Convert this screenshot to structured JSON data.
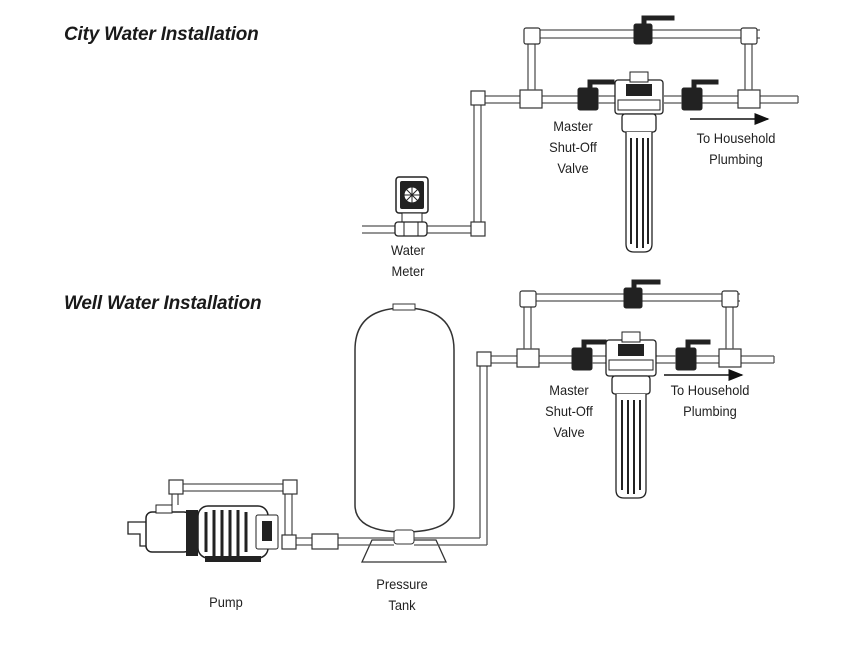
{
  "city": {
    "title": "City Water Installation",
    "master_valve": [
      "Master",
      "Shut-Off",
      "Valve"
    ],
    "household": [
      "To Household",
      "Plumbing"
    ],
    "meter": [
      "Water",
      "Meter"
    ]
  },
  "well": {
    "title": "Well Water Installation",
    "master_valve": [
      "Master",
      "Shut-Off",
      "Valve"
    ],
    "household": [
      "To Household",
      "Plumbing"
    ],
    "tank": [
      "Pressure",
      "Tank"
    ],
    "pump": "Pump"
  }
}
